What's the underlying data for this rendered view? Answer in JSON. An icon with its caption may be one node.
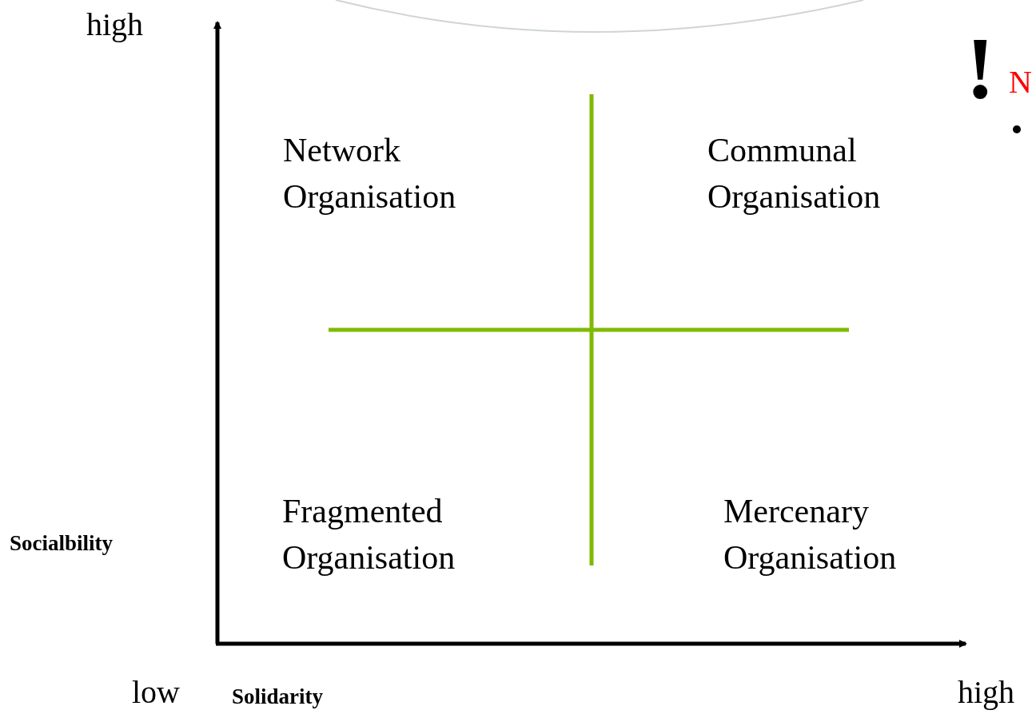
{
  "diagram": {
    "labels": [
      "high",
      "!",
      "N",
      "Network Organisation",
      "Communal Organisation",
      "Fragmented Organisation",
      "Socialbility",
      "Mercenary Organisation",
      "low",
      "Solidarity",
      "high"
    ]
  }
}
